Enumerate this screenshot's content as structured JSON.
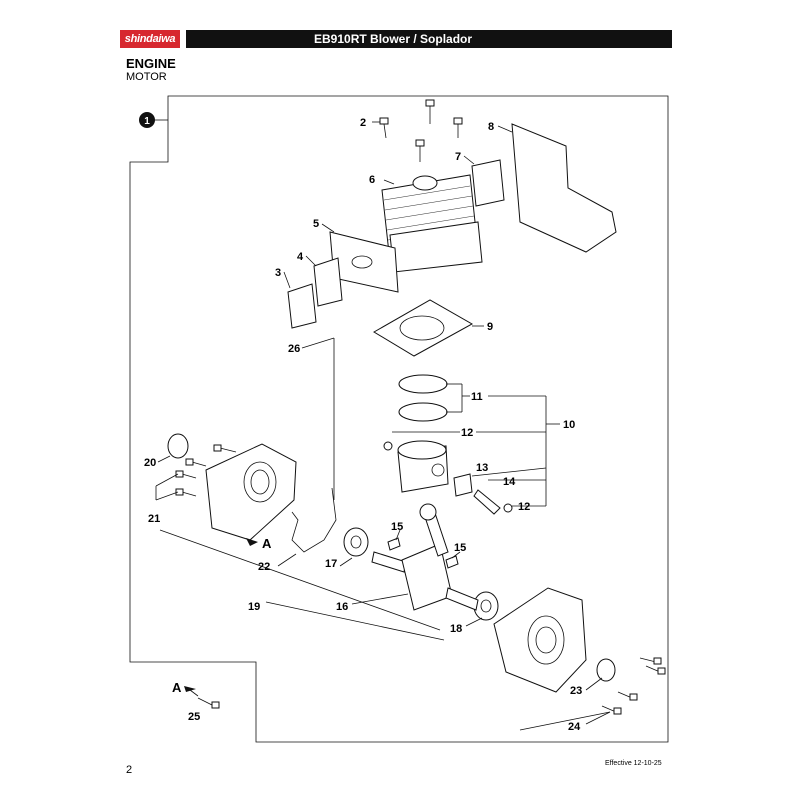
{
  "header": {
    "logo_text": "shindaiwa",
    "title": "EB910RT Blower / Soplador"
  },
  "section": {
    "title": "ENGINE",
    "subtitle": "MOTOR",
    "figure_number": "1"
  },
  "footer": {
    "page_number": "2",
    "effective": "Effective 12-10-25"
  },
  "callouts": {
    "c2": "2",
    "c3": "3",
    "c4": "4",
    "c5": "5",
    "c6": "6",
    "c7": "7",
    "c8": "8",
    "c9": "9",
    "c10": "10",
    "c11": "11",
    "c12a": "12",
    "c12b": "12",
    "c13": "13",
    "c14": "14",
    "c15a": "15",
    "c15b": "15",
    "c16": "16",
    "c17": "17",
    "c18": "18",
    "c19": "19",
    "c20": "20",
    "c21": "21",
    "c22": "22",
    "c23": "23",
    "c24": "24",
    "c25": "25",
    "c26": "26"
  },
  "markers": {
    "a_main": "A",
    "a_detail": "A"
  },
  "colors": {
    "brand_red": "#d7282f",
    "header_black": "#111111"
  }
}
